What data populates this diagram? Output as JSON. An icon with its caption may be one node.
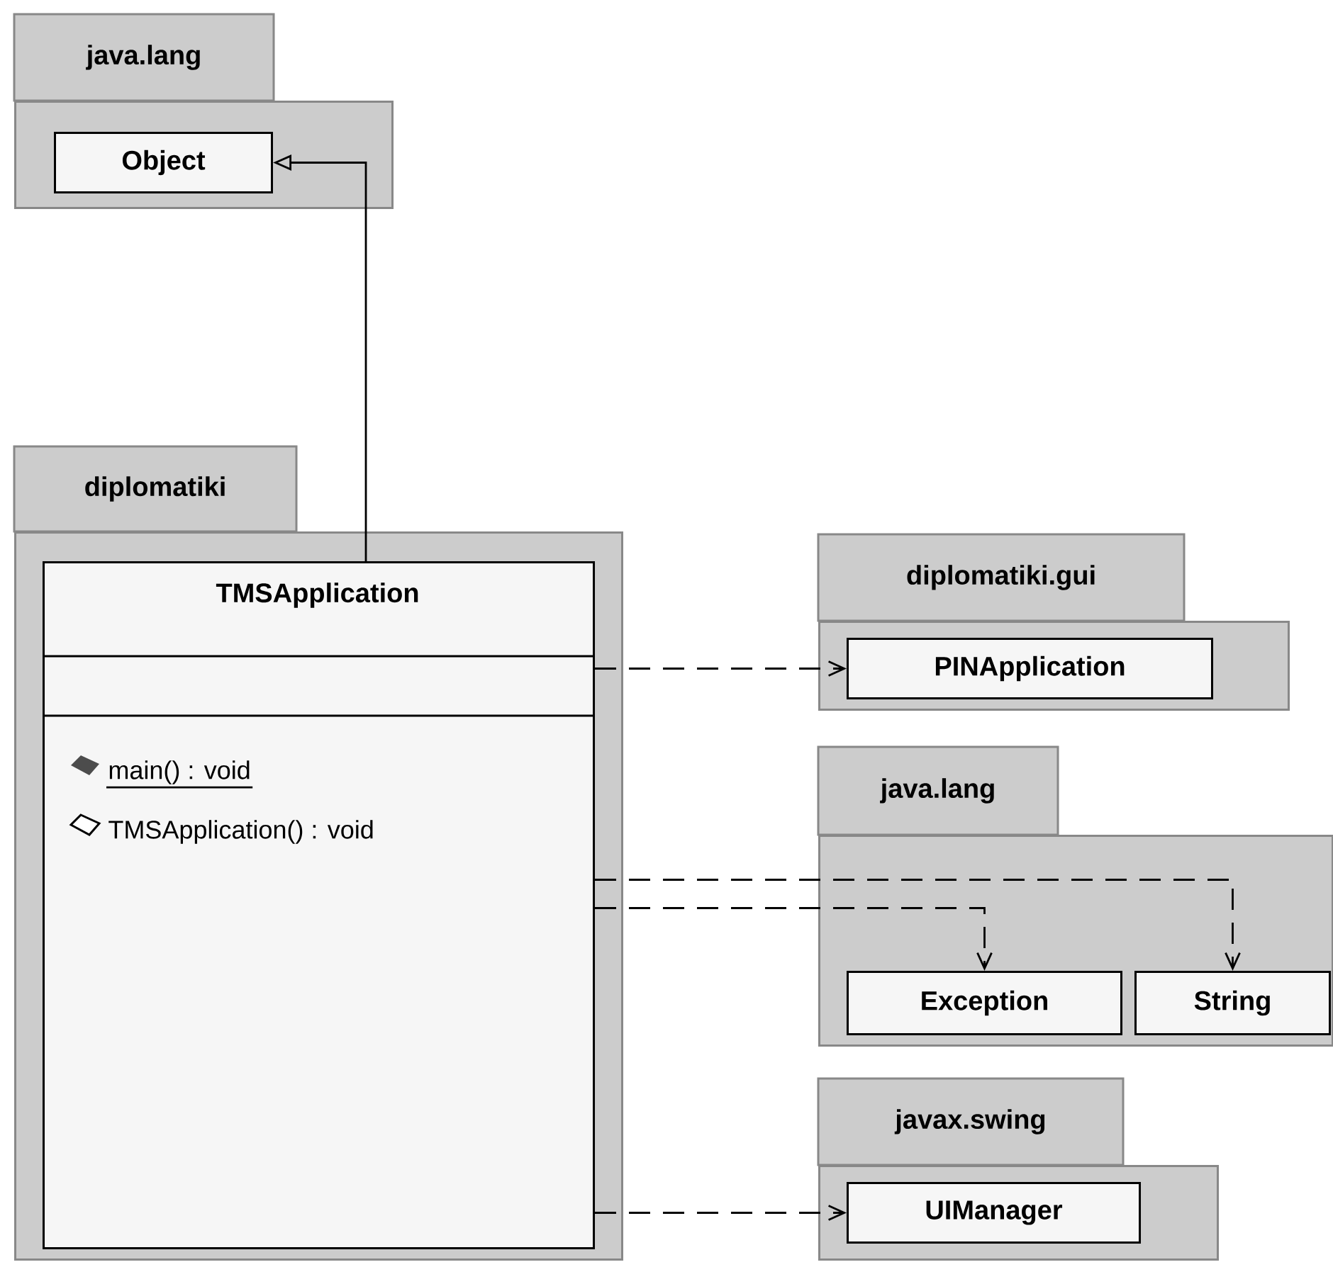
{
  "diagram": {
    "nodes": [
      {
        "text": [
          "java.lang"
        ]
      },
      {
        "text": [
          "Object"
        ],
        "in": 0
      },
      {
        "text": [
          "diplomatiki"
        ]
      },
      {
        "text": [
          "TMSApplication",
          "main() : void",
          "TMSApplication() : void"
        ],
        "in": 2
      },
      {
        "text": [
          "diplomatiki.gui"
        ]
      },
      {
        "text": [
          "PINApplication"
        ],
        "in": 4
      },
      {
        "text": [
          "java.lang"
        ]
      },
      {
        "text": [
          "Exception"
        ],
        "in": 6
      },
      {
        "text": [
          "String"
        ],
        "in": 6
      },
      {
        "text": [
          "javax.swing"
        ]
      },
      {
        "text": [
          "UIManager"
        ],
        "in": 9
      }
    ],
    "edges": [
      {
        "from": 3,
        "to": 1,
        "arrow": "to"
      },
      {
        "from": 3,
        "to": 5,
        "arrow": "to",
        "style": "dashed"
      },
      {
        "from": 3,
        "to": 8,
        "arrow": "to",
        "style": "dashed"
      },
      {
        "from": 3,
        "to": 7,
        "arrow": "to",
        "style": "dashed"
      },
      {
        "from": 3,
        "to": 10,
        "arrow": "to",
        "style": "dashed"
      }
    ]
  }
}
